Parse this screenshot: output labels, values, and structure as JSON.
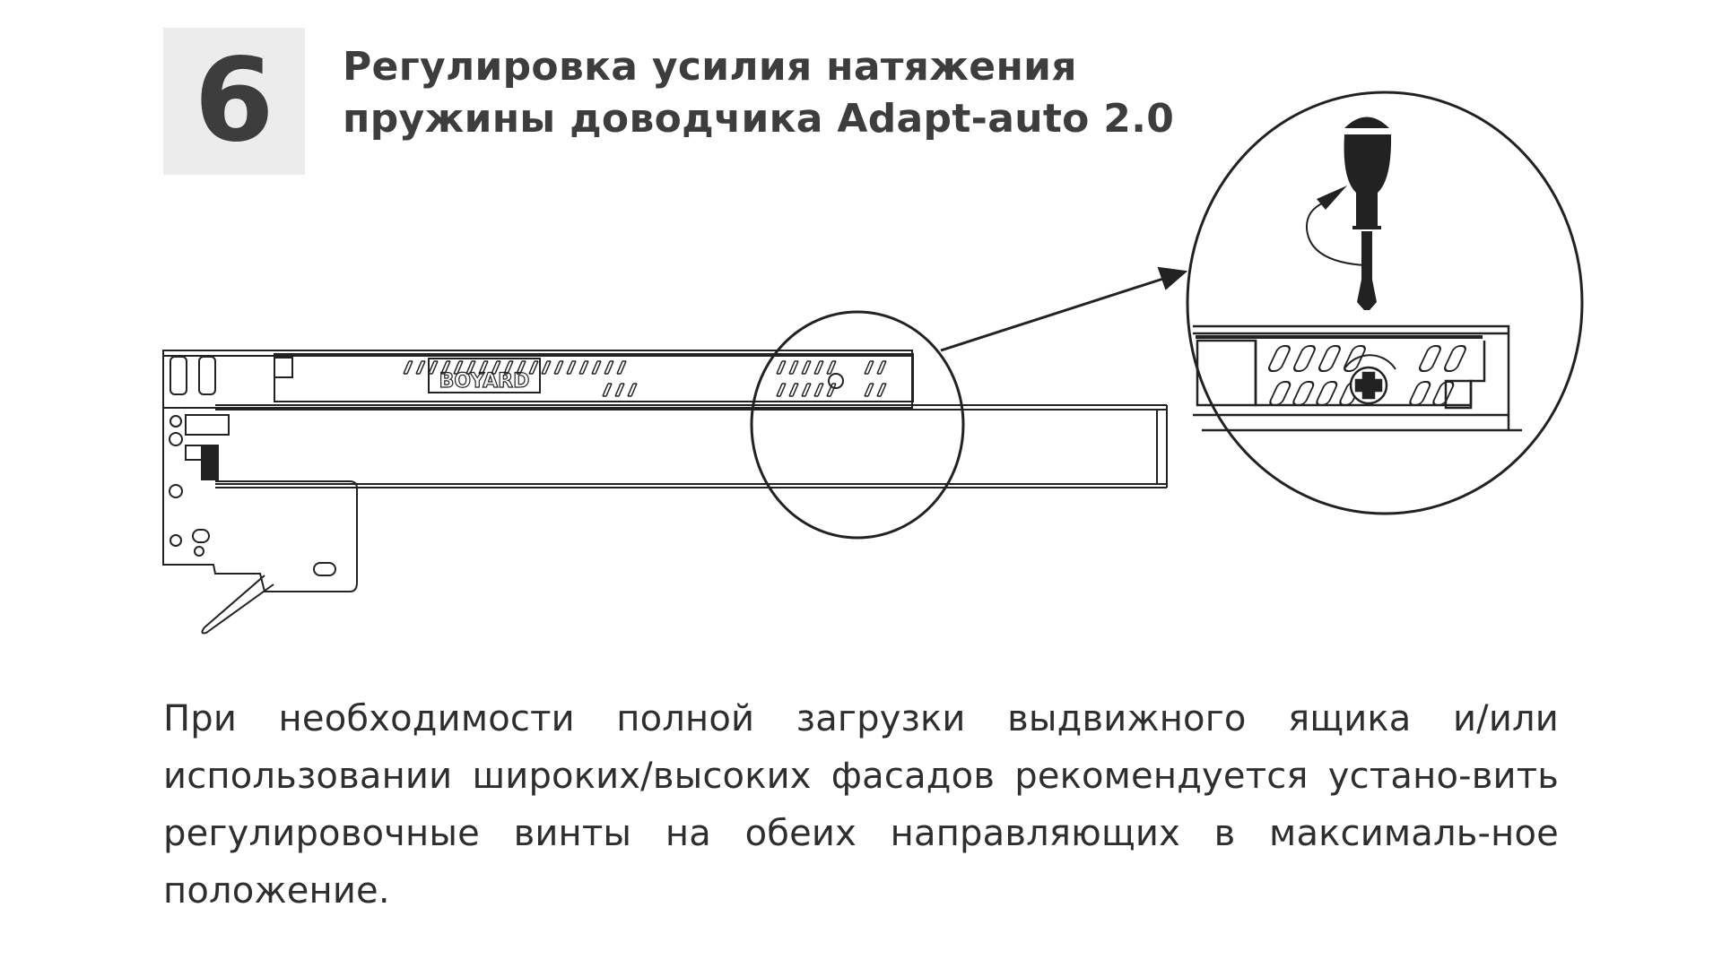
{
  "step": {
    "number": "6"
  },
  "title": {
    "line1": "Регулировка усилия натяжения",
    "line2": "пружины доводчика Adapt-auto 2.0"
  },
  "figure": {
    "brand_logo": "BOYARD",
    "icons": [
      "drawer-slide-drawing",
      "magnifier-circle",
      "pointer-arrow",
      "screwdriver-icon",
      "rotate-arrow-icon",
      "adjustment-screw-icon"
    ]
  },
  "body": {
    "text": "При необходимости полной загрузки выдвижного ящика и/или использовании широких/высоких фасадов рекомендуется устано-вить регулировочные винты на обеих направляющих в максималь-ное положение."
  },
  "colors": {
    "box_bg": "#ececec",
    "text": "#333333",
    "line": "#222222"
  }
}
